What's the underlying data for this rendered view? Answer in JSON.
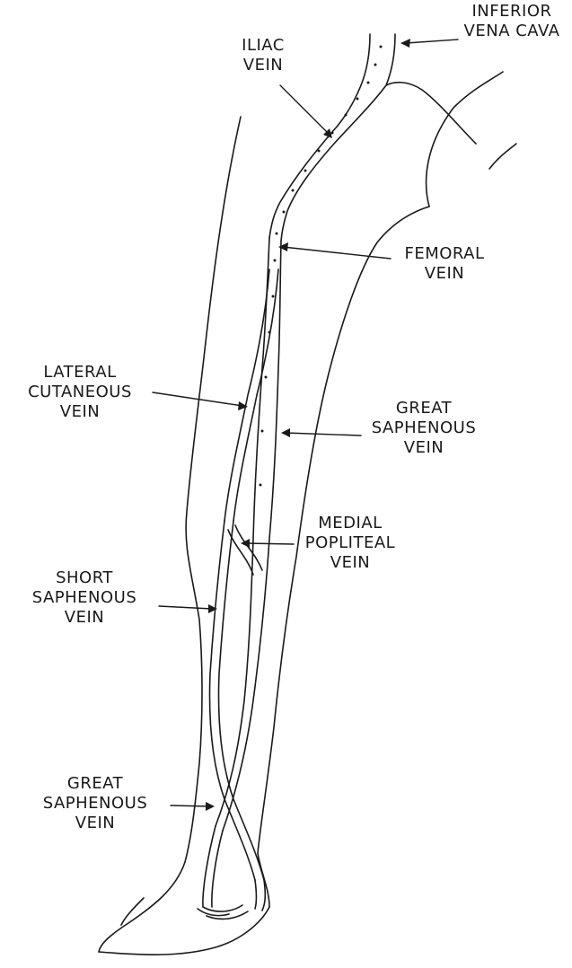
{
  "diagram": {
    "labels": {
      "inferior_vena_cava": [
        "INFERIOR",
        "VENA CAVA"
      ],
      "iliac_vein": [
        "ILIAC",
        "VEIN"
      ],
      "femoral_vein": [
        "FEMORAL",
        "VEIN"
      ],
      "lateral_cutaneous_vein": [
        "LATERAL",
        "CUTANEOUS",
        "VEIN"
      ],
      "great_saphenous_vein_upper": [
        "GREAT",
        "SAPHENOUS",
        "VEIN"
      ],
      "medial_popliteal_vein": [
        "MEDIAL",
        "POPLITEAL",
        "VEIN"
      ],
      "short_saphenous_vein": [
        "SHORT",
        "SAPHENOUS",
        "VEIN"
      ],
      "great_saphenous_vein_lower": [
        "GREAT",
        "SAPHENOUS",
        "VEIN"
      ]
    },
    "colors": {
      "ink": "#1a1a1a",
      "vein_fill": "#e8e8e8",
      "background": "#ffffff"
    }
  }
}
